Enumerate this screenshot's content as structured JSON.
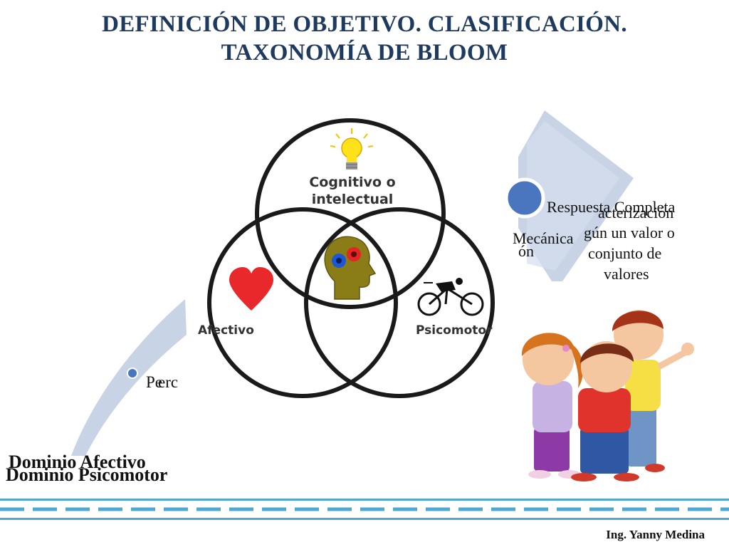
{
  "slide": {
    "title_line1": "DEFINICIÓN DE OBJETIVO. CLASIFICACIÓN.",
    "title_line2": "TAXONOMÍA DE BLOOM",
    "author": "Ing. Yanny Medina"
  },
  "venn": {
    "cognitive_line1": "Cognitivo o",
    "cognitive_line2": "intelectual",
    "affective": "Afectivo",
    "psychomotor": "Psicomotor"
  },
  "smartart_right": {
    "text_a": "Respuesta Completa",
    "text_b": "acterización",
    "text_c": "gún un valor o",
    "text_d": "conjunto de",
    "text_e": "valores",
    "text_f": "Mecánica",
    "text_g": "ón"
  },
  "smartart_left": {
    "text_a": "Pe",
    "text_b": "erc",
    "domain_a": "Dominio Afectivo",
    "domain_b": "Dominio Psicomotor"
  },
  "colors": {
    "title": "#1f3a5f",
    "arrow_fill": "#c9d3e6",
    "bullet": "#4a76c0",
    "heart": "#e8282a",
    "head": "#8a7d18",
    "stripe": "#4fa8cf"
  }
}
